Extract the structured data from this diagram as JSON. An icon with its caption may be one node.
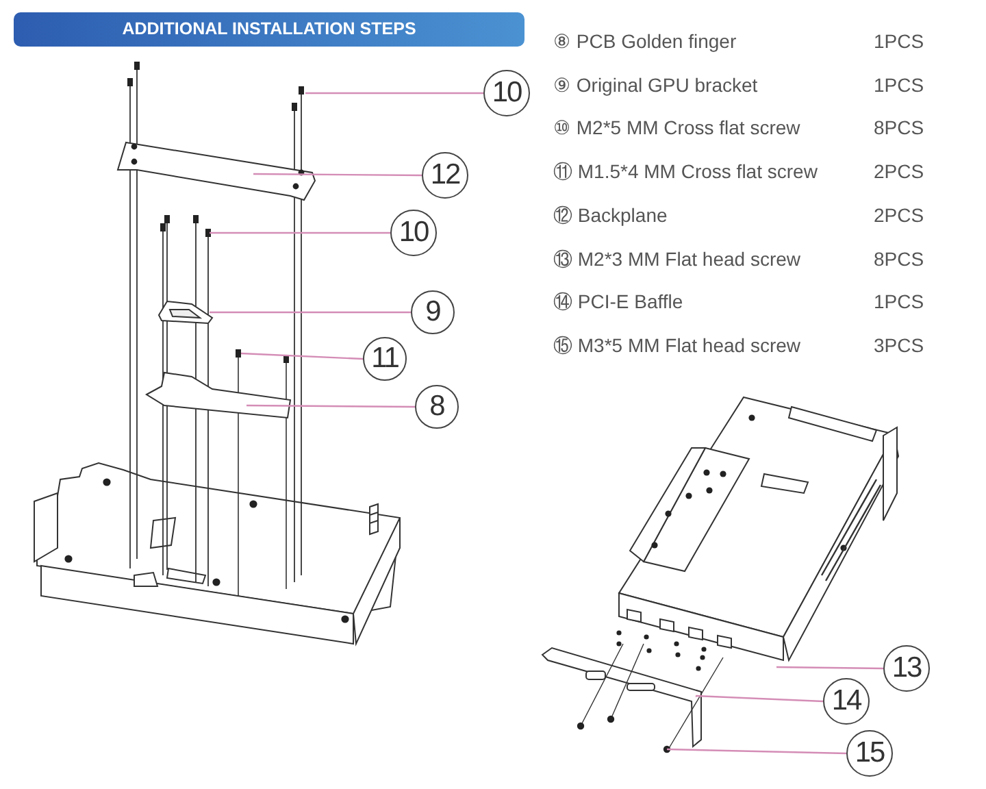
{
  "diagram": {
    "title": "ADDITIONAL INSTALLATION STEPS",
    "nodes": [
      {
        "text": [
          "10"
        ]
      },
      {
        "text": [
          "12"
        ]
      },
      {
        "text": [
          "10"
        ]
      },
      {
        "text": [
          "9"
        ]
      },
      {
        "text": [
          "11"
        ]
      },
      {
        "text": [
          "8"
        ]
      },
      {
        "text": [
          "13"
        ]
      },
      {
        "text": [
          "14"
        ]
      },
      {
        "text": [
          "15"
        ]
      }
    ],
    "edges": [
      {
        "from": 0,
        "to": null,
        "arrow": "none"
      },
      {
        "from": 1,
        "to": null,
        "arrow": "none"
      },
      {
        "from": 2,
        "to": null,
        "arrow": "none"
      },
      {
        "from": 3,
        "to": null,
        "arrow": "none"
      },
      {
        "from": 4,
        "to": null,
        "arrow": "none"
      },
      {
        "from": 5,
        "to": null,
        "arrow": "none"
      },
      {
        "from": 6,
        "to": null,
        "arrow": "none"
      },
      {
        "from": 7,
        "to": null,
        "arrow": "none"
      },
      {
        "from": 8,
        "to": null,
        "arrow": "none"
      }
    ],
    "labels": [
      "⑧ PCB Golden finger",
      "1PCS",
      "⑨ Original GPU bracket",
      "1PCS",
      "⑩ M2*5 MM Cross flat screw",
      "8PCS",
      "⑪ M1.5*4 MM Cross flat screw",
      "2PCS",
      "⑫ Backplane",
      "2PCS",
      "⑬ M2*3 MM Flat head screw",
      "8PCS",
      "⑭ PCI-E Baffle",
      "1PCS",
      "⑮ M3*5 MM Flat head screw",
      "3PCS"
    ]
  }
}
